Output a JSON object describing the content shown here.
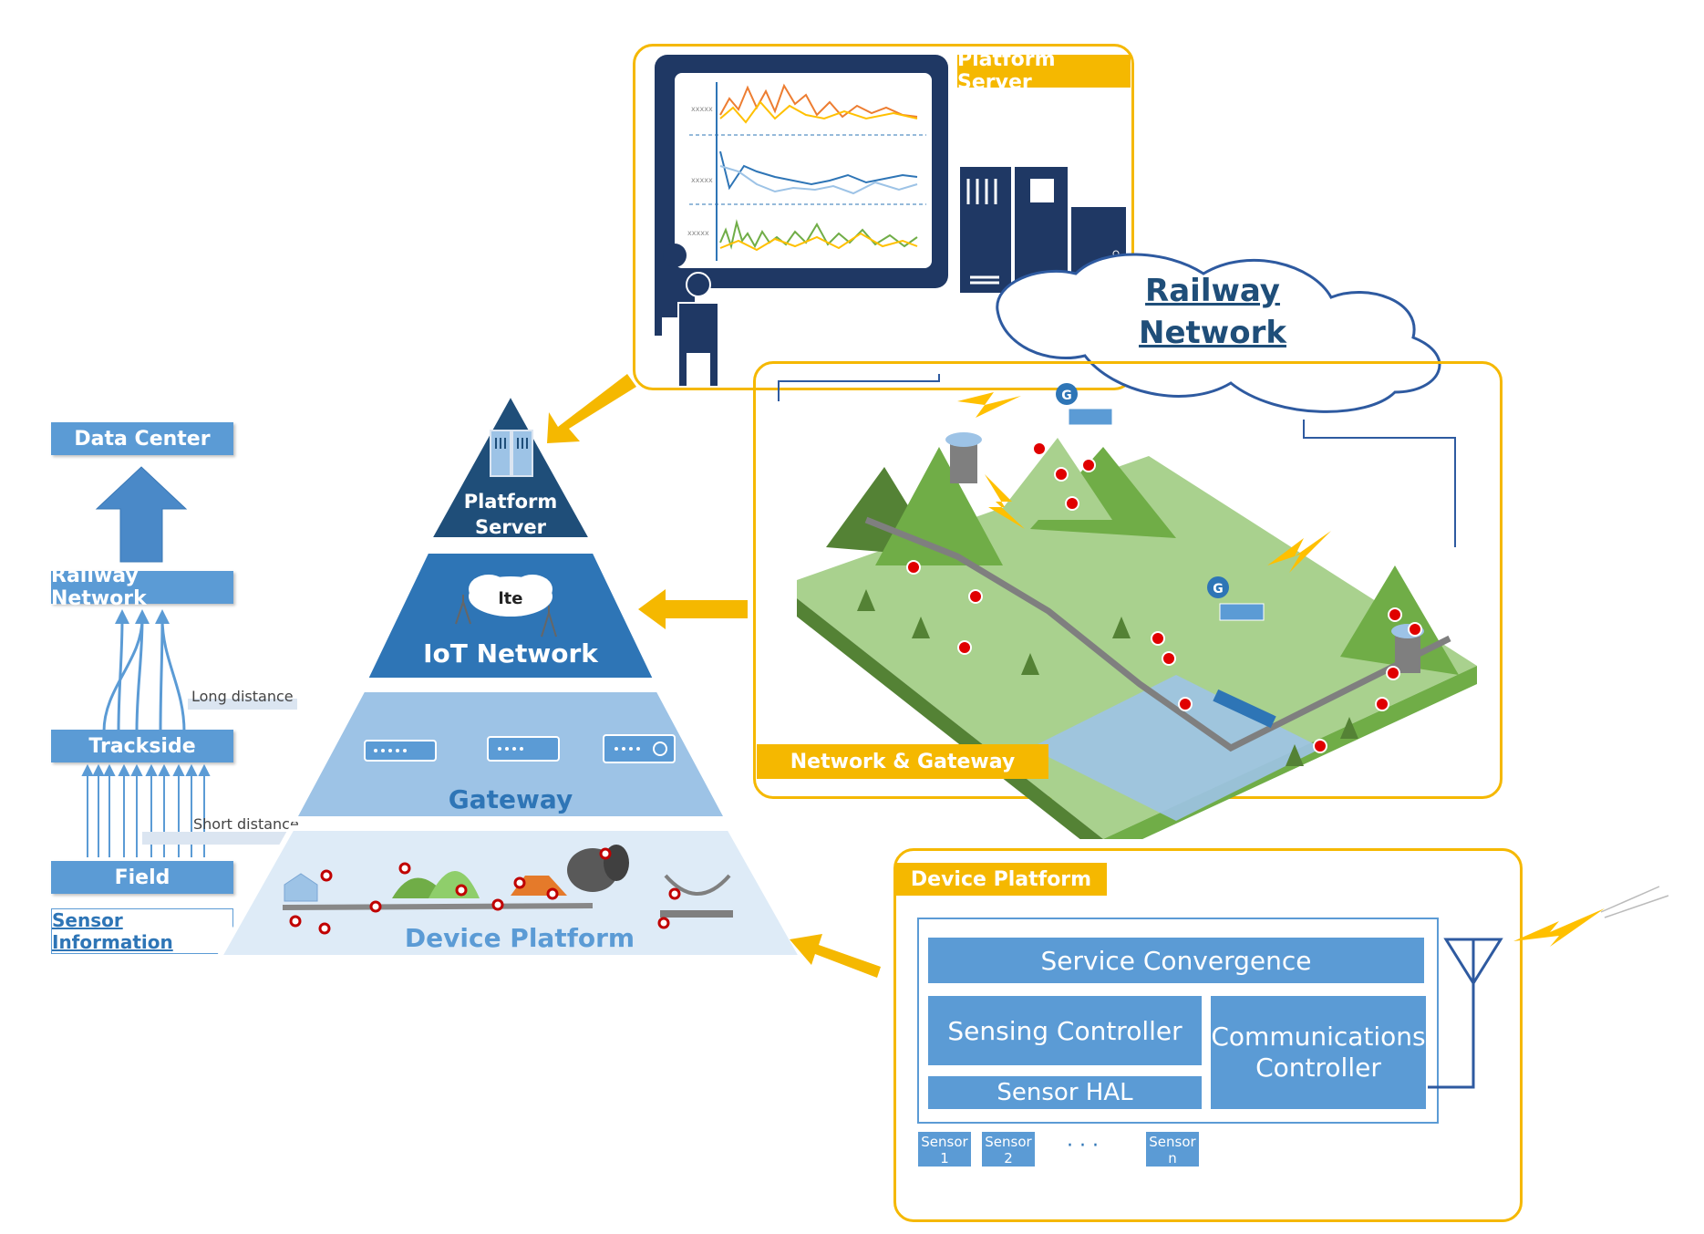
{
  "stack": {
    "data_center": "Data Center",
    "railway_network": "Railway Network",
    "trackside": "Trackside",
    "field": "Field",
    "sensor_information": "Sensor Information",
    "long_distance": "Long distance",
    "short_distance": "Short distance"
  },
  "pyramid": {
    "platform_server_line1": "Platform",
    "platform_server_line2": "Server",
    "iot_network": "IoT Network",
    "gateway": "Gateway",
    "device_platform": "Device Platform",
    "lte_logo": "lte"
  },
  "platform_server_box": {
    "tag": "Platform Server",
    "monitor_axis_labels": [
      "xxxxx",
      "xxxxx",
      "xxxxx"
    ]
  },
  "railway_network_cloud": {
    "line1": "Railway",
    "line2": "Network"
  },
  "network_gateway_box": {
    "tag": "Network & Gateway",
    "gateway_badge": "G"
  },
  "device_platform_box": {
    "tag": "Device Platform",
    "service_convergence": "Service Convergence",
    "sensing_controller": "Sensing Controller",
    "communications_controller": "Communications Controller",
    "sensor_hal": "Sensor HAL",
    "sensors": [
      {
        "line1": "Sensor",
        "line2": "1"
      },
      {
        "line1": "Sensor",
        "line2": "2"
      },
      {
        "line1": "Sensor",
        "line2": "n"
      }
    ],
    "ellipsis": "· · ·"
  },
  "colors": {
    "accent_blue": "#5b9bd5",
    "dark_navy": "#1f3864",
    "tier_dark": "#1f4e79",
    "tier_mid": "#2e75b6",
    "tier_light": "#9dc3e6",
    "tier_pale": "#deebf7",
    "yellow": "#f5b800"
  }
}
